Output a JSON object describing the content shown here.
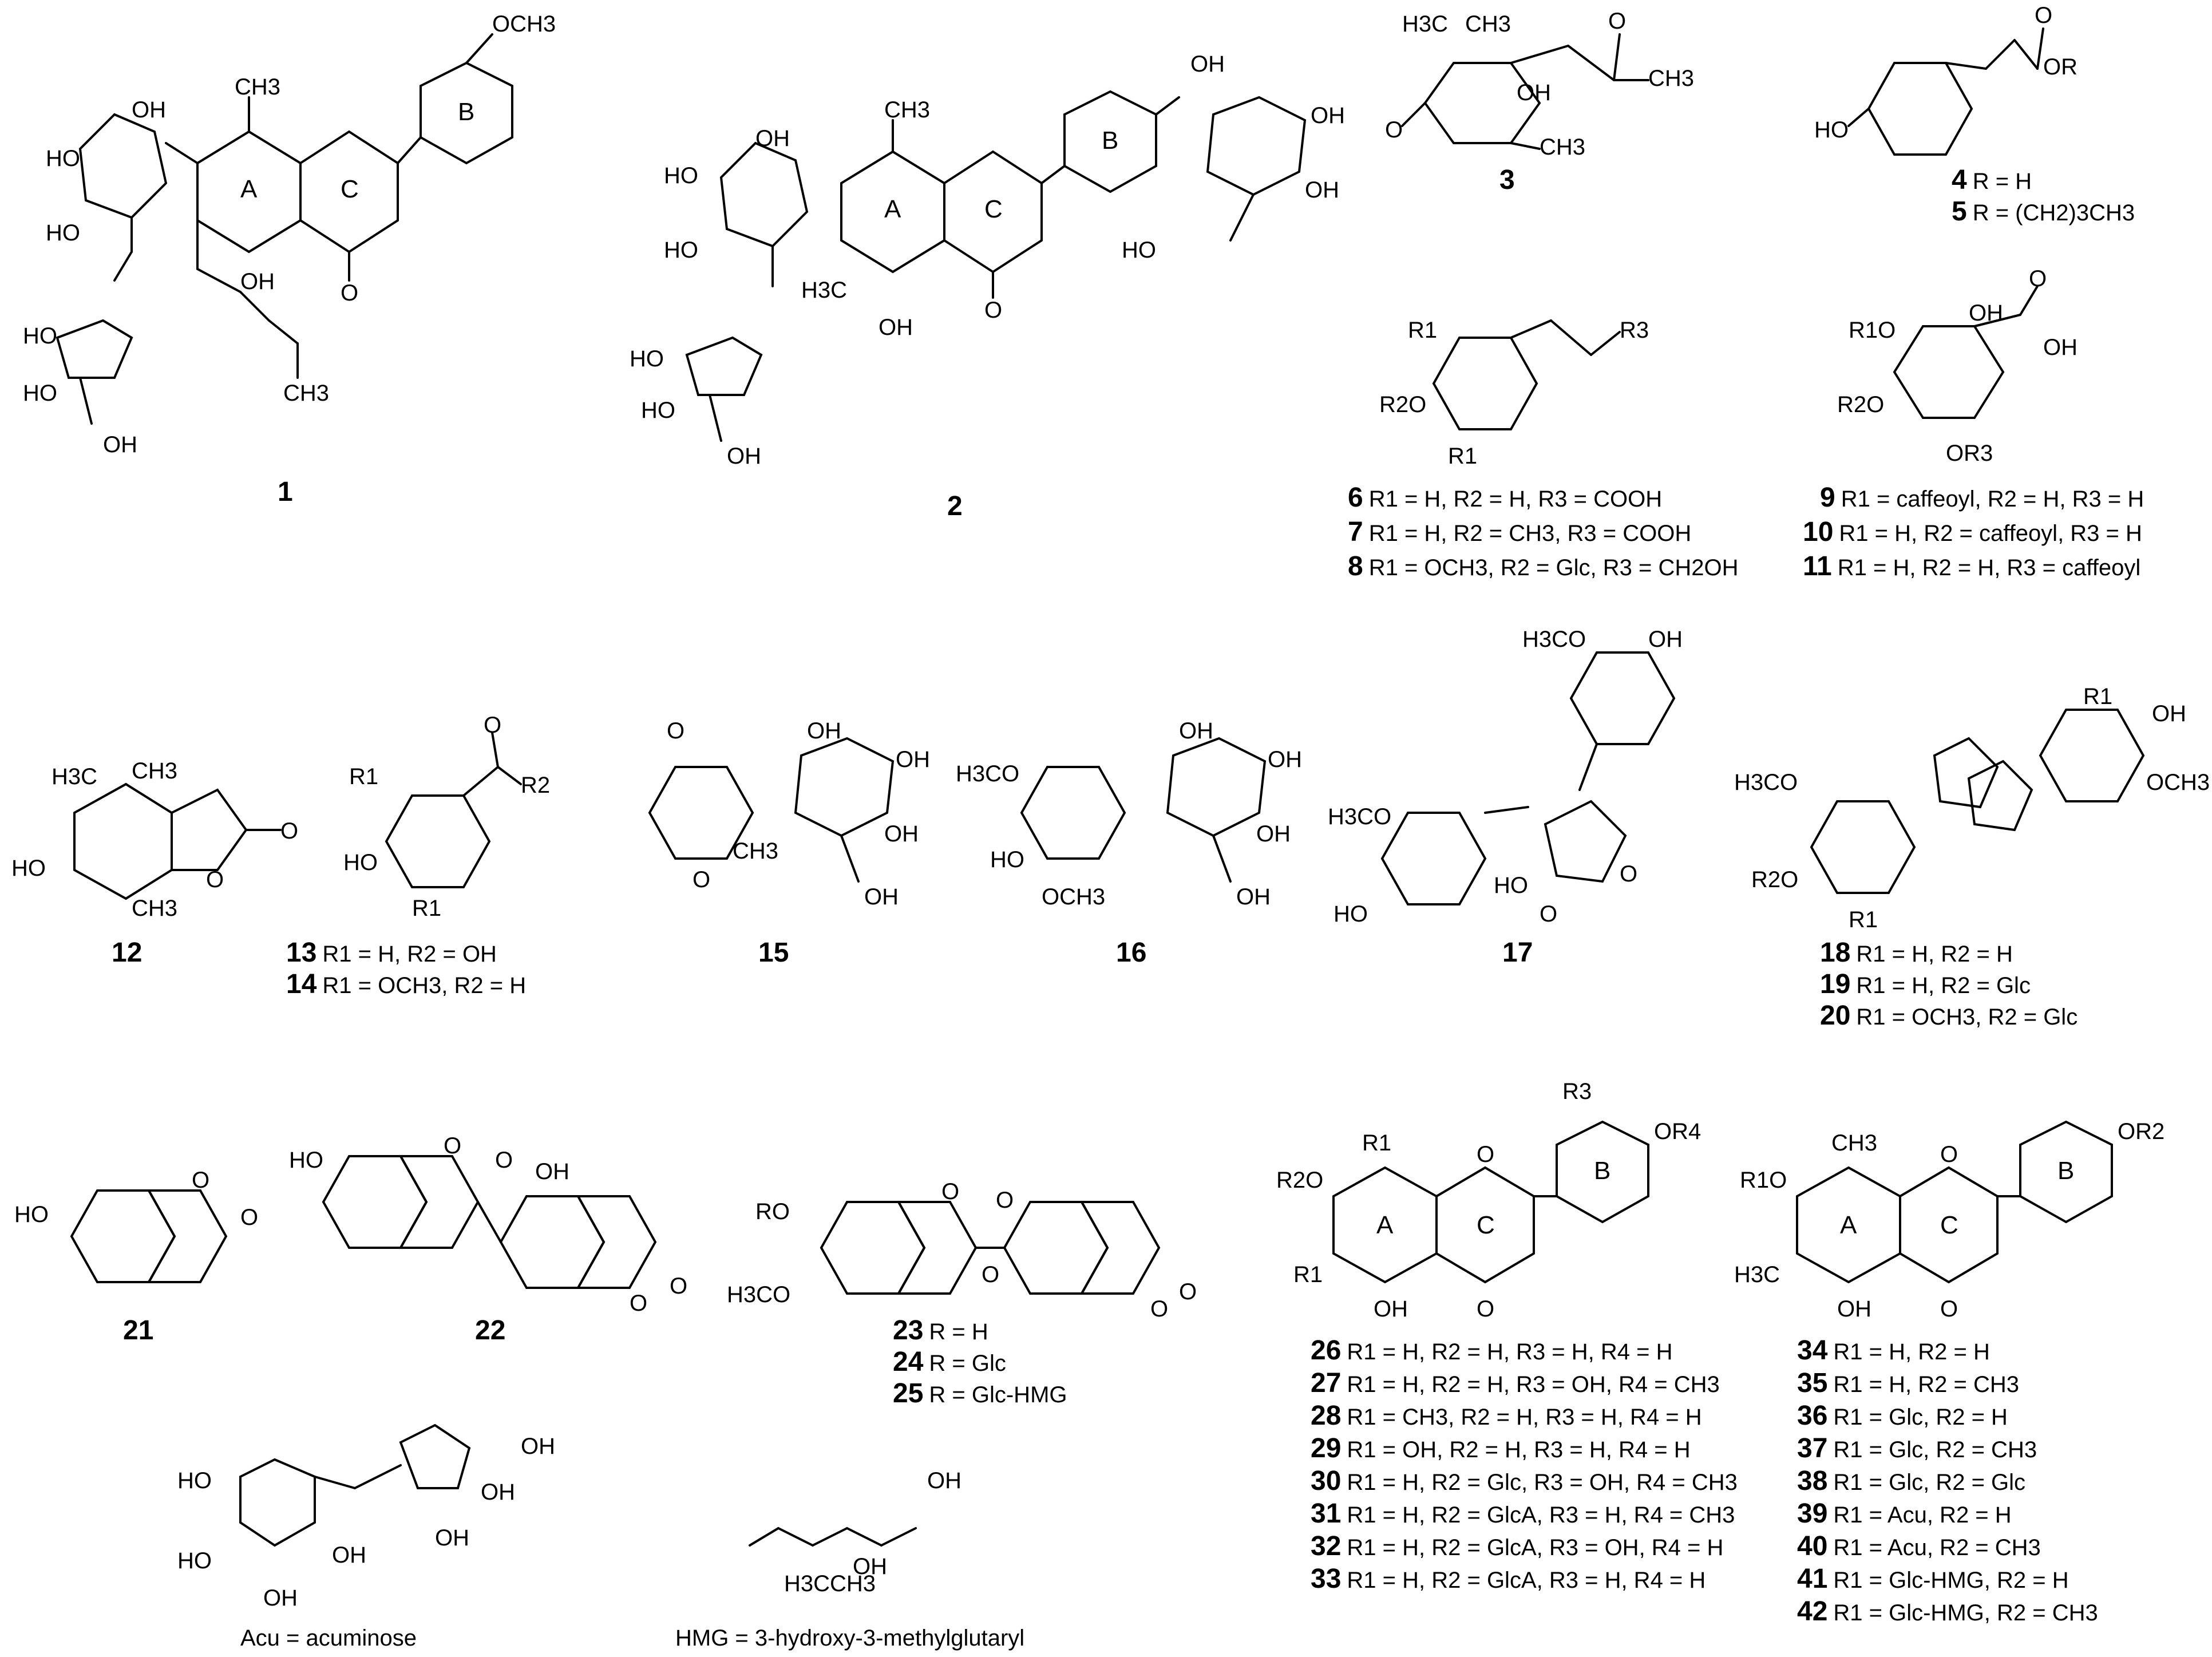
{
  "compound_numbers": {
    "c1": "1",
    "c2": "2",
    "c3": "3",
    "c12": "12",
    "c15": "15",
    "c16": "16",
    "c17": "17",
    "c21": "21",
    "c22": "22"
  },
  "ring_labels": {
    "A": "A",
    "B": "B",
    "C": "C"
  },
  "atoms": {
    "OH": "OH",
    "HO": "HO",
    "O": "O",
    "CH3": "CH3",
    "H3C": "H3C",
    "OCH3": "OCH3",
    "H3CO": "H3CO",
    "R1": "R1",
    "R2": "R2",
    "R3": "R3",
    "R4": "R4",
    "R2O": "R2O",
    "R1O": "R1O",
    "RO": "RO",
    "OR": "OR",
    "OR3": "OR3",
    "R1O_b": "R1O",
    "OR4": "OR4",
    "OR2": "OR2"
  },
  "substituent_lists": {
    "g45": [
      {
        "num": "4",
        "text": "R = H"
      },
      {
        "num": "5",
        "text": "R = (CH2)3CH3"
      }
    ],
    "g6_8": [
      {
        "num": "6",
        "text": "R1 = H, R2 = H, R3 = COOH"
      },
      {
        "num": "7",
        "text": "R1 = H, R2 = CH3, R3 = COOH"
      },
      {
        "num": "8",
        "text": "R1 = OCH3, R2 = Glc, R3 = CH2OH"
      }
    ],
    "g9_11": [
      {
        "num": "9",
        "text": "R1 = caffeoyl, R2 = H, R3 = H"
      },
      {
        "num": "10",
        "text": "R1 = H, R2 = caffeoyl, R3 = H"
      },
      {
        "num": "11",
        "text": "R1 = H, R2 = H, R3 = caffeoyl"
      }
    ],
    "g13_14": [
      {
        "num": "13",
        "text": "R1 = H, R2 = OH"
      },
      {
        "num": "14",
        "text": "R1 = OCH3, R2 = H"
      }
    ],
    "g18_20": [
      {
        "num": "18",
        "text": "R1 = H, R2 = H"
      },
      {
        "num": "19",
        "text": "R1 = H, R2 = Glc"
      },
      {
        "num": "20",
        "text": "R1 = OCH3, R2 = Glc"
      }
    ],
    "g23_25": [
      {
        "num": "23",
        "text": "R = H"
      },
      {
        "num": "24",
        "text": "R = Glc"
      },
      {
        "num": "25",
        "text": "R = Glc-HMG"
      }
    ],
    "g26_33": [
      {
        "num": "26",
        "text": "R1 = H, R2 = H, R3 = H, R4 = H"
      },
      {
        "num": "27",
        "text": "R1 = H, R2 = H, R3 = OH, R4 = CH3"
      },
      {
        "num": "28",
        "text": "R1 = CH3, R2 = H, R3 = H, R4 = H"
      },
      {
        "num": "29",
        "text": "R1 = OH, R2 = H, R3 = H, R4 = H"
      },
      {
        "num": "30",
        "text": "R1 = H, R2 = Glc, R3 = OH, R4 = CH3"
      },
      {
        "num": "31",
        "text": "R1 = H, R2 = GlcA, R3 = H, R4 = CH3"
      },
      {
        "num": "32",
        "text": "R1 = H, R2 = GlcA, R3 = OH, R4 = H"
      },
      {
        "num": "33",
        "text": "R1 = H, R2 = GlcA, R3 = H, R4 = H"
      }
    ],
    "g34_42": [
      {
        "num": "34",
        "text": "R1 = H, R2 = H"
      },
      {
        "num": "35",
        "text": "R1 = H, R2 = CH3"
      },
      {
        "num": "36",
        "text": "R1 = Glc, R2 = H"
      },
      {
        "num": "37",
        "text": "R1 = Glc, R2 = CH3"
      },
      {
        "num": "38",
        "text": "R1 = Glc, R2 = Glc"
      },
      {
        "num": "39",
        "text": "R1 = Acu, R2 = H"
      },
      {
        "num": "40",
        "text": "R1 = Acu, R2 = CH3"
      },
      {
        "num": "41",
        "text": "R1 = Glc-HMG, R2 = H"
      },
      {
        "num": "42",
        "text": "R1 = Glc-HMG, R2 = CH3"
      }
    ]
  },
  "legend": {
    "acu": "Acu = acuminose",
    "hmg": "HMG = 3-hydroxy-3-methylglutaryl"
  }
}
